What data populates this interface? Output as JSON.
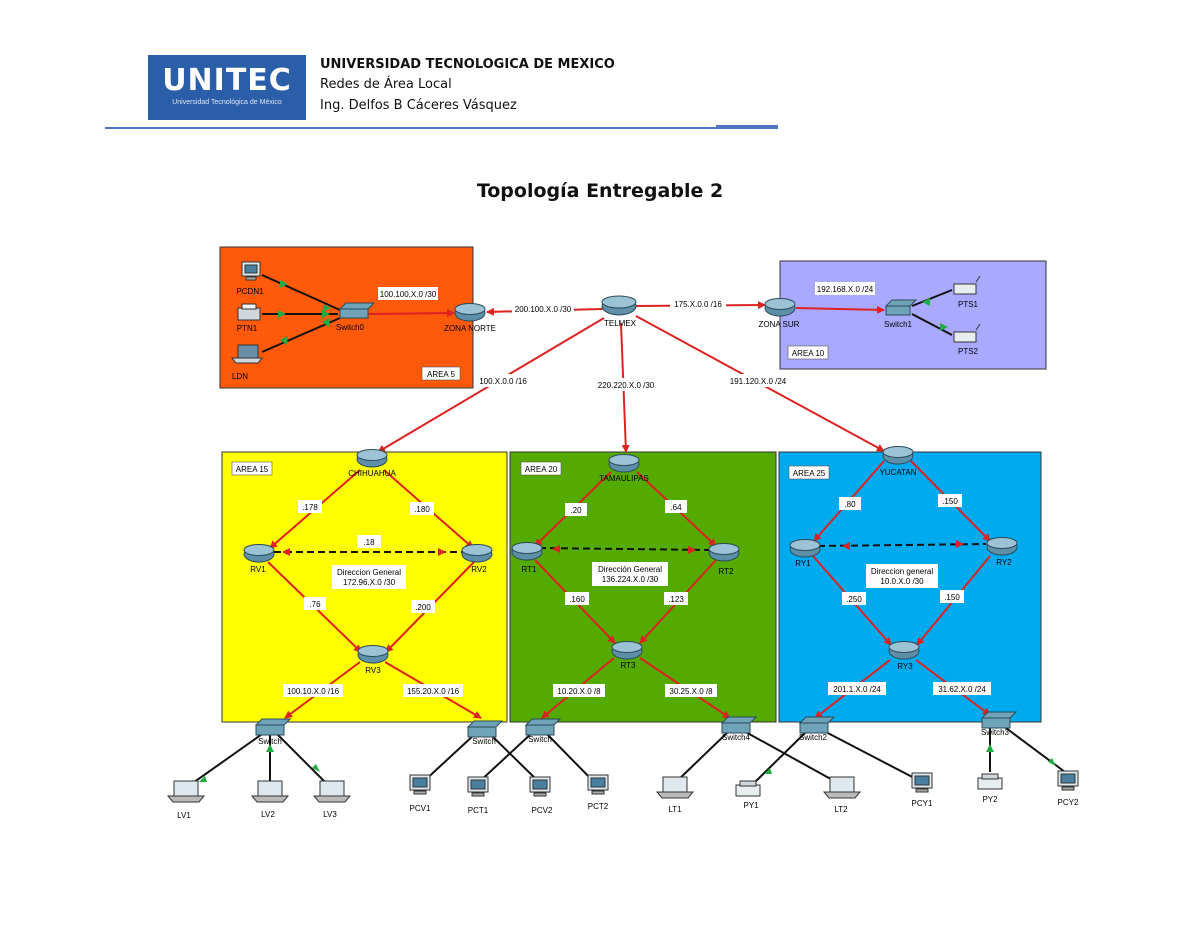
{
  "header": {
    "logo_text": "UNITEC",
    "logo_sub": "Universidad Tecnológica de México",
    "line1": "UNIVERSIDAD TECNOLOGICA DE MEXICO",
    "line2": "Redes de Área Local",
    "line3": "Ing. Delfos B Cáceres Vásquez"
  },
  "title": "Topología Entregable 2",
  "colors": {
    "brand": "#2a5ea8",
    "link": "#dd2222",
    "orange": "#ff5a0a",
    "lavender": "#a9a9ff",
    "yellow": "#ffff00",
    "green": "#55aa00",
    "blue": "#00aaee"
  },
  "areas": {
    "a5": "AREA 5",
    "a10": "AREA 10",
    "a15": "AREA 15",
    "a20": "AREA 20",
    "a25": "AREA 25"
  },
  "devices": {
    "telmex": "TELMEX",
    "zona_norte": "ZONA NORTE",
    "zona_sur": "ZONA SUR",
    "switch0": "Switch0",
    "switch1": "Switch1",
    "pcdn1": "PCDN1",
    "ptn1": "PTN1",
    "ldn": "LDN",
    "pts1": "PTS1",
    "pts2": "PTS2",
    "chihuahua": "CHIHUAHUA",
    "tamaulipas": "TAMAULIPAS",
    "yucatan": "YUCATAN",
    "rv1": "RV1",
    "rv2": "RV2",
    "rv3": "RV3",
    "rt1": "RT1",
    "rt2": "RT2",
    "rt3": "RT3",
    "ry1": "RY1",
    "ry2": "RY2",
    "ry3": "RY3",
    "sw_ch1": "Switch",
    "sw_ch2": "Switch",
    "sw_tm1": "Switch",
    "sw_tm2": "Switch4",
    "sw_yu1": "Switch2",
    "sw_yu2": "Switch3",
    "lv1": "LV1",
    "lv2": "LV2",
    "lv3": "LV3",
    "pcv1": "PCV1",
    "pct1": "PCT1",
    "pcv2": "PCV2",
    "pct2": "PCT2",
    "lt1": "LT1",
    "py1": "PY1",
    "lt2": "LT2",
    "pcy1": "PCY1",
    "py2": "PY2",
    "pcy2": "PCY2"
  },
  "links": {
    "zn_lan": "100.100.X.0 /30",
    "telmex_zn": "200.100.X.0 /30",
    "telmex_zs": "175.X.0.0 /16",
    "zs_lan": "192.168.X.0 /24",
    "telmex_ch": "100.X.0.0 /16",
    "telmex_tm": "220.220.X.0 /30",
    "telmex_yu": "191.120.X.0 /24",
    "ch_rv1": ".178",
    "ch_rv2": ".180",
    "rv_mid": ".18",
    "rv1_rv3": ".76",
    "rv2_rv3": ".200",
    "rv3_sw1": "100.10.X.0 /16",
    "rv3_sw2": "155.20.X.0 /16",
    "tm_rt1": ".20",
    "tm_rt2": ".64",
    "rt1_rt3": ".160",
    "rt2_rt3": ".123",
    "rt3_sw1": "10.20.X.0 /8",
    "rt3_sw2": "30.25.X.0 /8",
    "yu_ry1": ".80",
    "yu_ry2": ".150",
    "ry1_ry3": ".250",
    "ry2_ry3": ".150",
    "ry3_sw1": "201.1.X.0 /24",
    "ry3_sw2": "31.62.X.0 /24"
  },
  "dg": {
    "v_title": "Direccion General",
    "v_net": "172.96.X.0 /30",
    "t_title": "Dirección General",
    "t_net": "136.224.X.0 /30",
    "y_title": "Direccion general",
    "y_net": "10.0.X.0 /30"
  }
}
